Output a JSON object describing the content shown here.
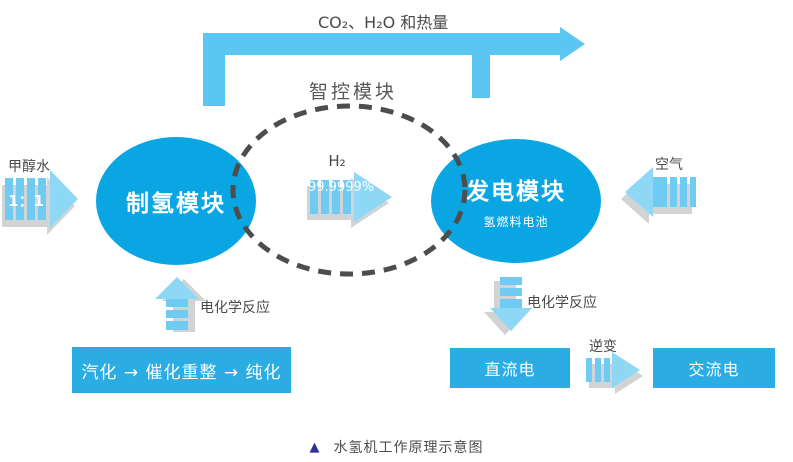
{
  "colors": {
    "flow": "#5BC6F1",
    "stripe": "#6FCBF2",
    "head": "#8ED8F6",
    "shadow": "#D2D3D4",
    "ellipse": "#0AA6E4",
    "box": "#2BACE3",
    "ring": "#4D4D4D",
    "ink": "#4A4A4A",
    "marker": "#2E3192"
  },
  "exhaust": {
    "label": "CO₂、H₂O 和热量"
  },
  "control": {
    "label": "智控模块"
  },
  "hydrogen_module": {
    "label": "制氢模块"
  },
  "power_module": {
    "label": "发电模块",
    "sublabel": "氢燃料电池"
  },
  "methanol_input": {
    "label": "甲醇水",
    "ratio": "1：1"
  },
  "air_input": {
    "label": "空气"
  },
  "h2_flow": {
    "formula": "H₂",
    "purity": "99.9999%"
  },
  "hydrogen_process": {
    "reaction": "电化学反应",
    "steps": "汽化 → 催化重整 → 纯化"
  },
  "power_process": {
    "reaction": "电化学反应",
    "dc": "直流电",
    "inverter": "逆变",
    "ac": "交流电"
  },
  "caption": {
    "marker": "▲",
    "text": "水氢机工作原理示意图"
  }
}
